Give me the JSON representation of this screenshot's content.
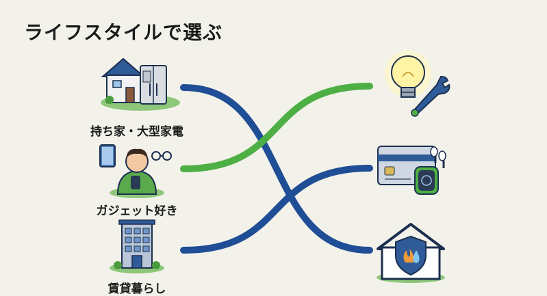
{
  "title": "ライフスタイルで選ぶ",
  "lifestyles": [
    {
      "label": "持ち家・大型家電",
      "icon": "house-appliance-icon"
    },
    {
      "label": "ガジェット好き",
      "icon": "gadget-person-icon"
    },
    {
      "label": "賃貸暮らし",
      "icon": "apartment-building-icon"
    }
  ],
  "products": [
    {
      "icon": "lightbulb-wrench-icon"
    },
    {
      "icon": "credit-card-watch-icon"
    },
    {
      "icon": "house-shield-icon"
    }
  ],
  "connections": [
    {
      "from": 0,
      "to": 2,
      "color": "#1f4e96"
    },
    {
      "from": 1,
      "to": 0,
      "color": "#4daf44"
    },
    {
      "from": 2,
      "to": 1,
      "color": "#1f4e96"
    }
  ]
}
